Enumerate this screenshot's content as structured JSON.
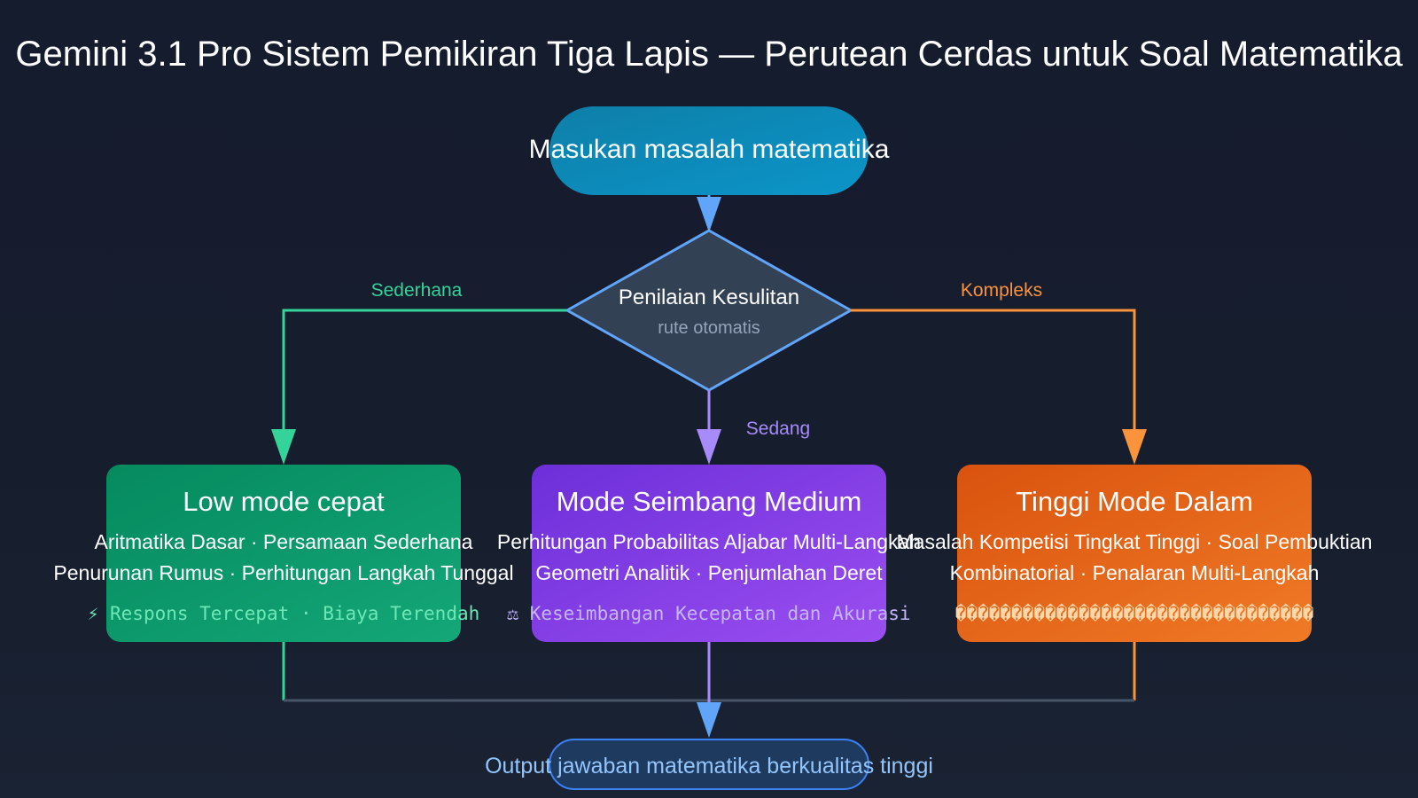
{
  "title": "Gemini 3.1 Pro Sistem Pemikiran Tiga Lapis — Perutean Cerdas untuk Soal Matematika",
  "input_node": {
    "label": "Masukan masalah matematika"
  },
  "decision_node": {
    "label": "Penilaian Kesulitan",
    "sublabel": "rute otomatis"
  },
  "edges": {
    "simple": "Sederhana",
    "medium": "Sedang",
    "complex": "Kompleks"
  },
  "modes": {
    "low": {
      "title": "Low mode cepat",
      "line1": "Aritmatika Dasar · Persamaan Sederhana",
      "line2": "Penurunan Rumus · Perhitungan Langkah Tunggal",
      "note": "⚡ Respons Tercepat · Biaya Terendah"
    },
    "medium": {
      "title": "Mode Seimbang Medium",
      "line1": "Perhitungan Probabilitas Aljabar Multi-Langkah",
      "line2": "Geometri Analitik · Penjumlahan Deret",
      "note": "⚖ Keseimbangan Kecepatan dan Akurasi"
    },
    "high": {
      "title": "Tinggi Mode Dalam",
      "line1": "Masalah Kompetisi Tingkat Tinggi · Soal Pembuktian",
      "line2": "Kombinatorial · Penalaran Multi-Langkah",
      "note": "��������������������������������"
    }
  },
  "output_node": {
    "label": "Output jawaban matematika berkualitas tinggi"
  },
  "colors": {
    "input": "#0c8fc0",
    "decision_fill": "#334155",
    "decision_stroke": "#60a5fa",
    "low": "#10a06e",
    "low_line": "#34d399",
    "medium": "#8b3fe6",
    "medium_line": "#a78bfa",
    "high": "#e8641a",
    "high_line": "#fb923c",
    "output_fill": "#1e3a5f",
    "output_stroke": "#3b82f6",
    "output_text": "#93c5fd",
    "arrow": "#60a5fa"
  }
}
